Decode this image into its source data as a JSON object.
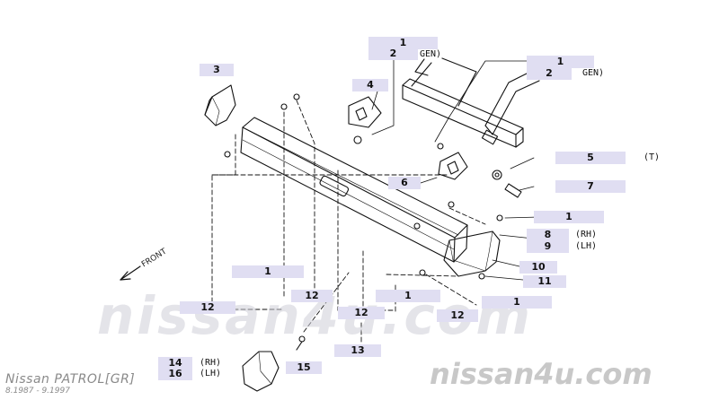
{
  "diagram": {
    "watermark_center": "nissan4u.com",
    "watermark_corner": "nissan4u.com",
    "footer_model": "Nissan PATROL[GR]",
    "footer_dates": "8.1987 - 9.1997",
    "front_label": "FRONT",
    "callouts": [
      {
        "id": "c-1a",
        "label": "1"
      },
      {
        "id": "c-2a",
        "label": "2"
      },
      {
        "id": "c-3",
        "label": "3"
      },
      {
        "id": "c-4",
        "label": "4"
      },
      {
        "id": "c-1b",
        "label": "1"
      },
      {
        "id": "c-2b",
        "label": "2"
      },
      {
        "id": "c-5",
        "label": "5"
      },
      {
        "id": "c-6",
        "label": "6"
      },
      {
        "id": "c-7",
        "label": "7"
      },
      {
        "id": "c-1c",
        "label": "1"
      },
      {
        "id": "c-8",
        "label": "8"
      },
      {
        "id": "c-9",
        "label": "9"
      },
      {
        "id": "c-10",
        "label": "10"
      },
      {
        "id": "c-11",
        "label": "11"
      },
      {
        "id": "c-1d",
        "label": "1"
      },
      {
        "id": "c-12a",
        "label": "12"
      },
      {
        "id": "c-1e",
        "label": "1"
      },
      {
        "id": "c-1f",
        "label": "1"
      },
      {
        "id": "c-12b",
        "label": "12"
      },
      {
        "id": "c-12c",
        "label": "12"
      },
      {
        "id": "c-12d",
        "label": "12"
      },
      {
        "id": "c-13",
        "label": "13"
      },
      {
        "id": "c-14",
        "label": "14"
      },
      {
        "id": "c-16",
        "label": "16"
      },
      {
        "id": "c-15",
        "label": "15"
      }
    ],
    "notes": {
      "gen_a": "GEN)",
      "gen_b": "GEN)",
      "t5": "(T)",
      "rh8": "(RH)",
      "lh9": "(LH)",
      "rh14": "(RH)",
      "lh16": "(LH)"
    }
  }
}
